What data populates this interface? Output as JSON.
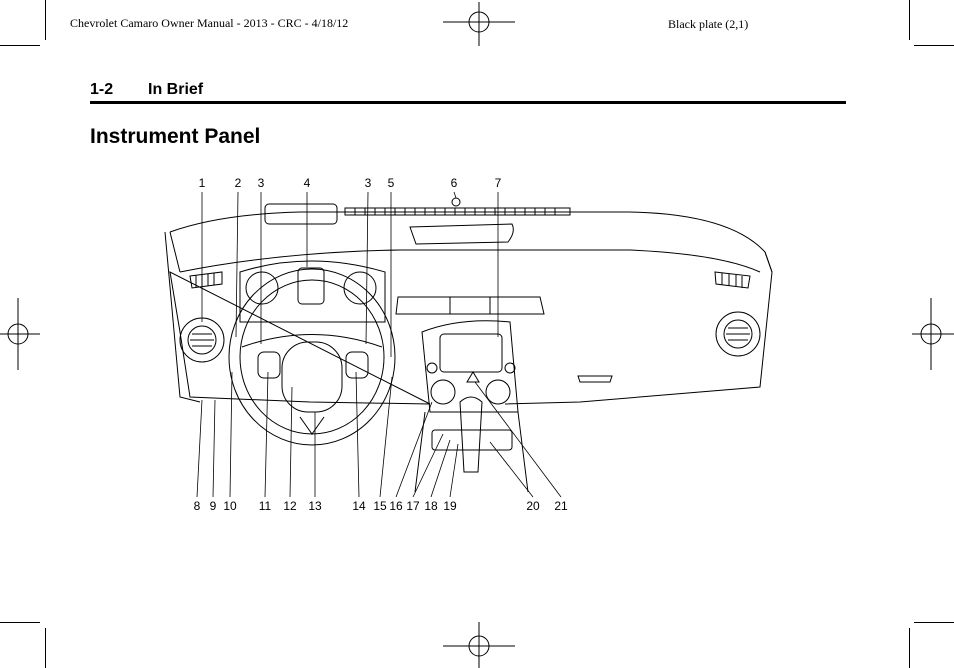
{
  "header": {
    "left": "Chevrolet Camaro Owner Manual - 2013 - CRC - 4/18/12",
    "right": "Black plate (2,1)"
  },
  "section": {
    "number": "1-2",
    "name": "In Brief"
  },
  "title": "Instrument Panel",
  "figure": {
    "callouts_top": [
      "1",
      "2",
      "3",
      "4",
      "3",
      "5",
      "6",
      "7"
    ],
    "callouts_bottom": [
      "8",
      "9",
      "10",
      "11",
      "12",
      "13",
      "14",
      "15",
      "16",
      "17",
      "18",
      "19",
      "20",
      "21"
    ]
  }
}
